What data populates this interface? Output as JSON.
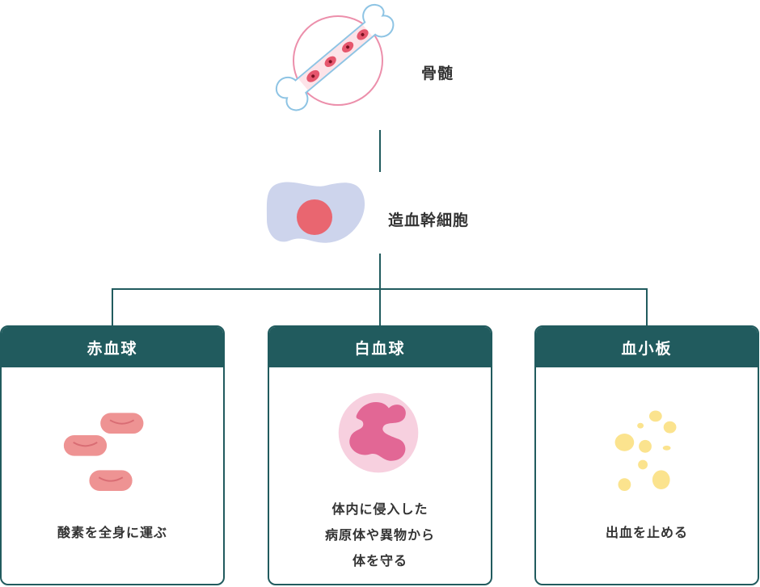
{
  "top": {
    "label": "骨髄",
    "icon": "bone-marrow-icon"
  },
  "middle": {
    "label": "造血幹細胞",
    "icon": "stem-cell-icon"
  },
  "cards": [
    {
      "title": "赤血球",
      "icon": "red-blood-cell-icon",
      "desc_lines": [
        "酸素を全身に運ぶ"
      ]
    },
    {
      "title": "白血球",
      "icon": "white-blood-cell-icon",
      "desc_lines": [
        "体内に侵入した",
        "病原体や異物から",
        "体を守る"
      ]
    },
    {
      "title": "血小板",
      "icon": "platelet-icon",
      "desc_lines": [
        "出血を止める"
      ]
    }
  ],
  "colors": {
    "header": "#215b5e",
    "line": "#215b5e",
    "red_cell": "#ee9393",
    "white_cell": "#e26795",
    "platelet": "#fbe38e",
    "stem_body": "#cdd4ec",
    "stem_nucleus": "#e96670",
    "bone_outline": "#8ec4e4",
    "marrow_circle": "#ec8fab"
  }
}
